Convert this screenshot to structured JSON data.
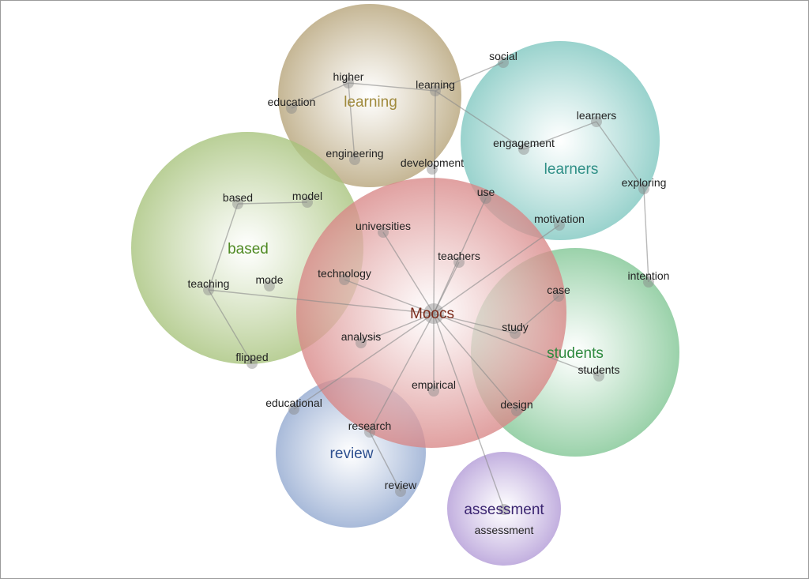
{
  "clusters": [
    {
      "id": "learning",
      "label": "learning",
      "color": "#b5a277",
      "text_color": "#a08a3c"
    },
    {
      "id": "learners",
      "label": "learners",
      "color": "#7dc6bf",
      "text_color": "#2f8f86"
    },
    {
      "id": "based",
      "label": "based",
      "color": "#a6c27a",
      "text_color": "#4f8a23"
    },
    {
      "id": "students",
      "label": "students",
      "color": "#7ec592",
      "text_color": "#2f8a3f"
    },
    {
      "id": "review",
      "label": "review",
      "color": "#90a7cf",
      "text_color": "#2d4f8f"
    },
    {
      "id": "assessment",
      "label": "assessment",
      "color": "#b199d6",
      "text_color": "#3a2470"
    },
    {
      "id": "moocs",
      "label": "Moocs",
      "color": "#d88686",
      "text_color": "#7a2a1a"
    }
  ],
  "nodes": [
    {
      "id": "higher",
      "label": "higher"
    },
    {
      "id": "learning_n",
      "label": "learning"
    },
    {
      "id": "social",
      "label": "social"
    },
    {
      "id": "education",
      "label": "education"
    },
    {
      "id": "engineering",
      "label": "engineering"
    },
    {
      "id": "development",
      "label": "development"
    },
    {
      "id": "learners_n",
      "label": "learners"
    },
    {
      "id": "engagement",
      "label": "engagement"
    },
    {
      "id": "exploring",
      "label": "exploring"
    },
    {
      "id": "intention",
      "label": "intention"
    },
    {
      "id": "based_n",
      "label": "based"
    },
    {
      "id": "model",
      "label": "model"
    },
    {
      "id": "teaching",
      "label": "teaching"
    },
    {
      "id": "mode",
      "label": "mode"
    },
    {
      "id": "flipped",
      "label": "flipped"
    },
    {
      "id": "universities",
      "label": "universities"
    },
    {
      "id": "use",
      "label": "use"
    },
    {
      "id": "motivation",
      "label": "motivation"
    },
    {
      "id": "teachers",
      "label": "teachers"
    },
    {
      "id": "technology",
      "label": "technology"
    },
    {
      "id": "moocs_n",
      "label": "Moocs"
    },
    {
      "id": "case",
      "label": "case"
    },
    {
      "id": "study",
      "label": "study"
    },
    {
      "id": "analysis",
      "label": "analysis"
    },
    {
      "id": "students_n",
      "label": "students"
    },
    {
      "id": "empirical",
      "label": "empirical"
    },
    {
      "id": "design",
      "label": "design"
    },
    {
      "id": "educational",
      "label": "educational"
    },
    {
      "id": "research",
      "label": "research"
    },
    {
      "id": "review_n",
      "label": "review"
    },
    {
      "id": "assessment_n",
      "label": "assessment"
    }
  ],
  "edges": [
    [
      "higher",
      "education"
    ],
    [
      "higher",
      "learning_n"
    ],
    [
      "higher",
      "engineering"
    ],
    [
      "learning_n",
      "social"
    ],
    [
      "learning_n",
      "engagement"
    ],
    [
      "learning_n",
      "moocs_n"
    ],
    [
      "engagement",
      "learners_n"
    ],
    [
      "learners_n",
      "exploring"
    ],
    [
      "exploring",
      "intention"
    ],
    [
      "based_n",
      "model"
    ],
    [
      "based_n",
      "teaching"
    ],
    [
      "teaching",
      "flipped"
    ],
    [
      "teaching",
      "moocs_n"
    ],
    [
      "moocs_n",
      "universities"
    ],
    [
      "moocs_n",
      "use"
    ],
    [
      "moocs_n",
      "motivation"
    ],
    [
      "moocs_n",
      "teachers"
    ],
    [
      "moocs_n",
      "technology"
    ],
    [
      "moocs_n",
      "study"
    ],
    [
      "case",
      "study"
    ],
    [
      "moocs_n",
      "students_n"
    ],
    [
      "moocs_n",
      "analysis"
    ],
    [
      "moocs_n",
      "educational"
    ],
    [
      "moocs_n",
      "research"
    ],
    [
      "moocs_n",
      "empirical"
    ],
    [
      "moocs_n",
      "design"
    ],
    [
      "moocs_n",
      "assessment_n"
    ],
    [
      "research",
      "review_n"
    ]
  ]
}
